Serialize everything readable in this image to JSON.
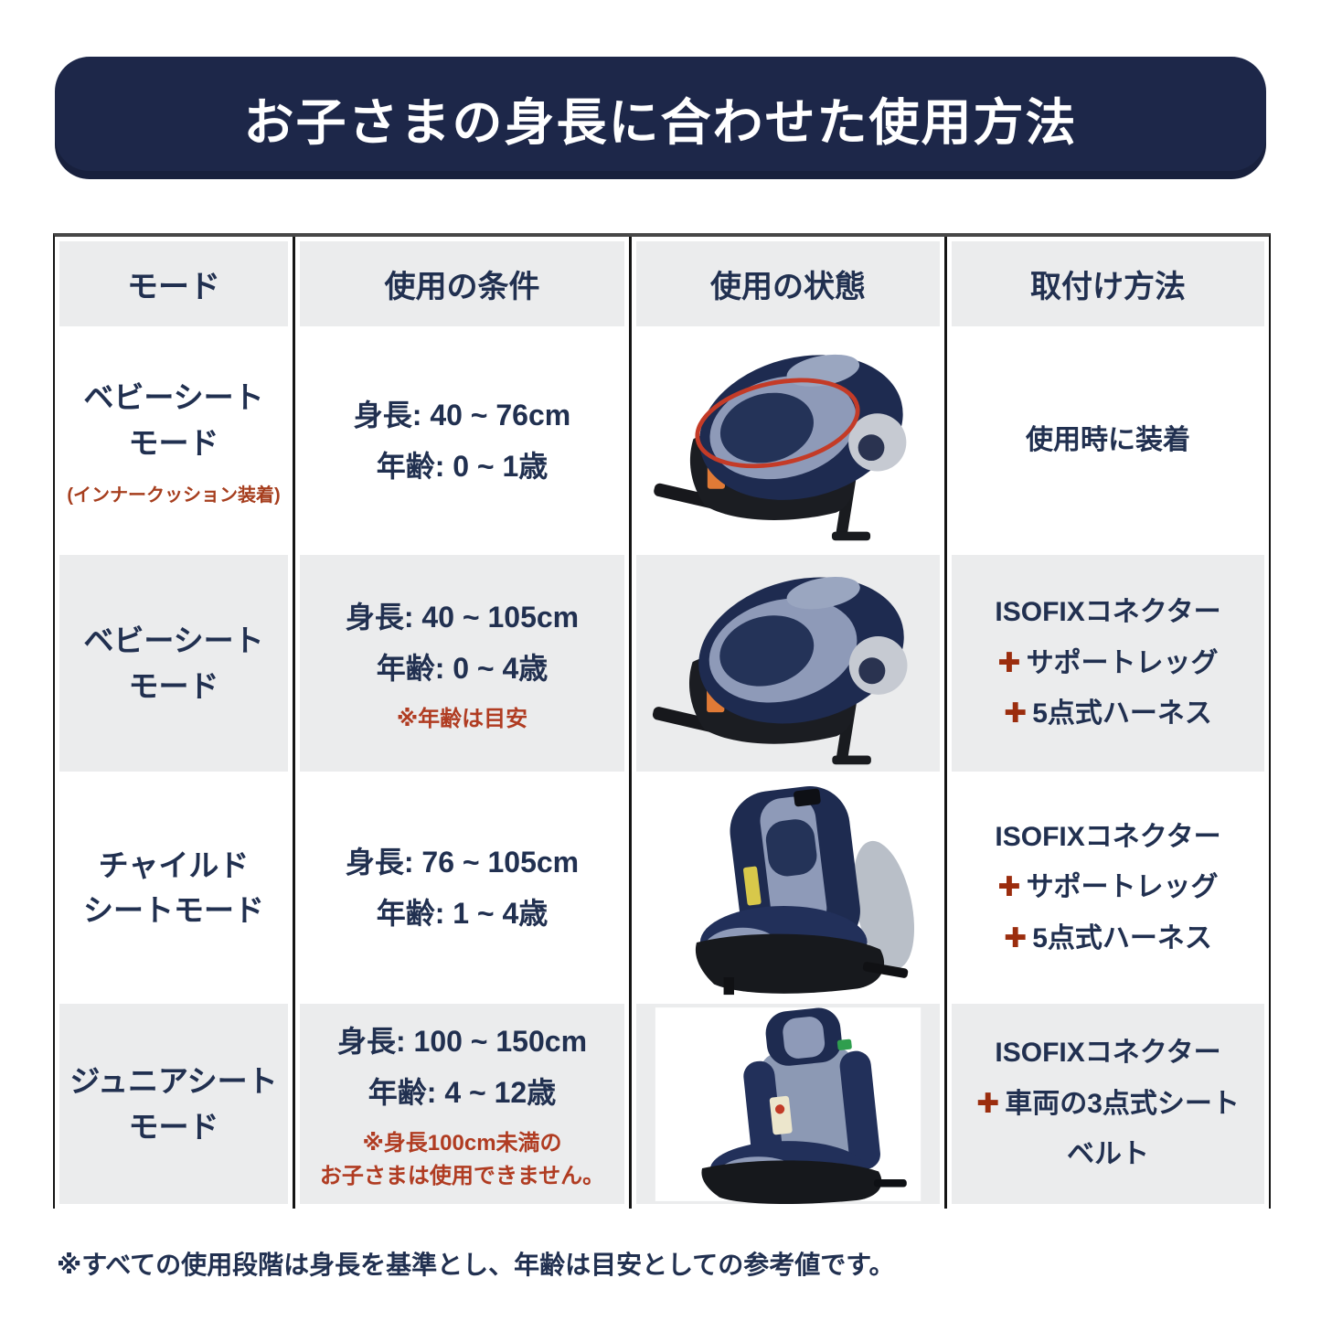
{
  "banner": {
    "title": "お子さまの身長に合わせた使用方法"
  },
  "table": {
    "headers": {
      "mode": "モード",
      "conditions": "使用の条件",
      "state": "使用の状態",
      "installation": "取付け方法"
    },
    "rows": [
      {
        "mode_line1": "ベビーシート",
        "mode_line2": "モード",
        "mode_note": "(インナークッション装着)",
        "height": "身長: 40 ~ 76cm",
        "age": "年齢: 0 ~ 1歳",
        "install_line1": "使用時に装着"
      },
      {
        "mode_line1": "ベビーシート",
        "mode_line2": "モード",
        "height": "身長: 40 ~ 105cm",
        "age": "年齢: 0 ~ 4歳",
        "condition_note": "※年齢は目安",
        "install_line1": "ISOFIXコネクター",
        "install_plus2": "✚",
        "install_line2": "サポートレッグ",
        "install_plus3": "✚",
        "install_line3": "5点式ハーネス"
      },
      {
        "mode_line1": "チャイルド",
        "mode_line2": "シートモード",
        "height": "身長: 76 ~ 105cm",
        "age": "年齢: 1 ~ 4歳",
        "install_line1": "ISOFIXコネクター",
        "install_plus2": "✚",
        "install_line2": "サポートレッグ",
        "install_plus3": "✚",
        "install_line3": "5点式ハーネス"
      },
      {
        "mode_line1": "ジュニアシート",
        "mode_line2": "モード",
        "height": "身長: 100 ~ 150cm",
        "age": "年齢: 4 ~ 12歳",
        "condition_note": "※身長100cm未満の",
        "condition_note2": "お子さまは使用できません。",
        "install_line1": "ISOFIXコネクター",
        "install_plus2": "✚",
        "install_line2": "車両の3点式シート",
        "install_line3": "ベルト"
      }
    ]
  },
  "footer": {
    "note": "※すべての使用段階は身長を基準とし、年齢は目安としての参考値です。"
  },
  "colors": {
    "banner_bg": "#1d2749",
    "navy_text": "#213050",
    "row_alt_bg": "#ebeced",
    "note_red": "#b03c22",
    "plus_red": "#9b2d0e",
    "highlight_oval_red": "#c43b27"
  }
}
